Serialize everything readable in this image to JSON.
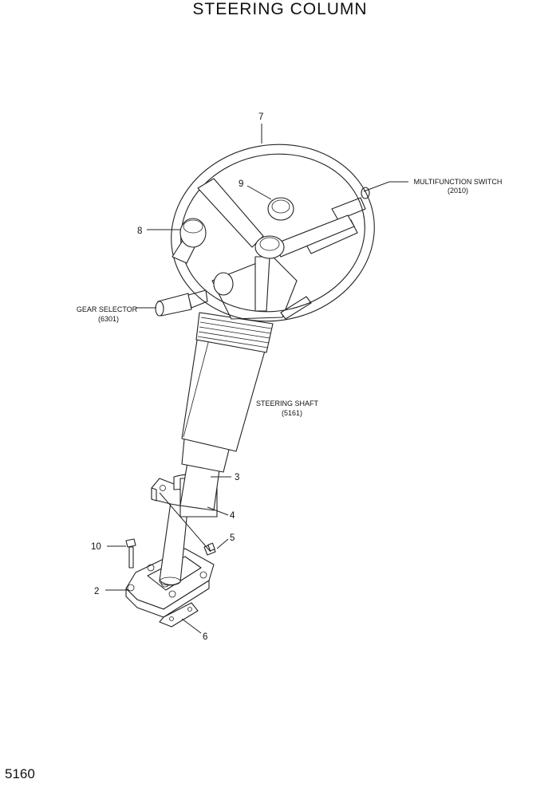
{
  "title": "STEERING COLUMN",
  "page_number": "5160",
  "callouts": {
    "n7": "7",
    "n9": "9",
    "n8": "8",
    "n3": "3",
    "n4": "4",
    "n5": "5",
    "n10": "10",
    "n2": "2",
    "n6": "6"
  },
  "references": {
    "multifunction_switch": {
      "name": "MULTIFUNCTION SWITCH",
      "code": "(2010)"
    },
    "gear_selector": {
      "name": "GEAR SELECTOR",
      "code": "(6301)"
    },
    "steering_shaft": {
      "name": "STEERING SHAFT",
      "code": "(5161)"
    }
  }
}
